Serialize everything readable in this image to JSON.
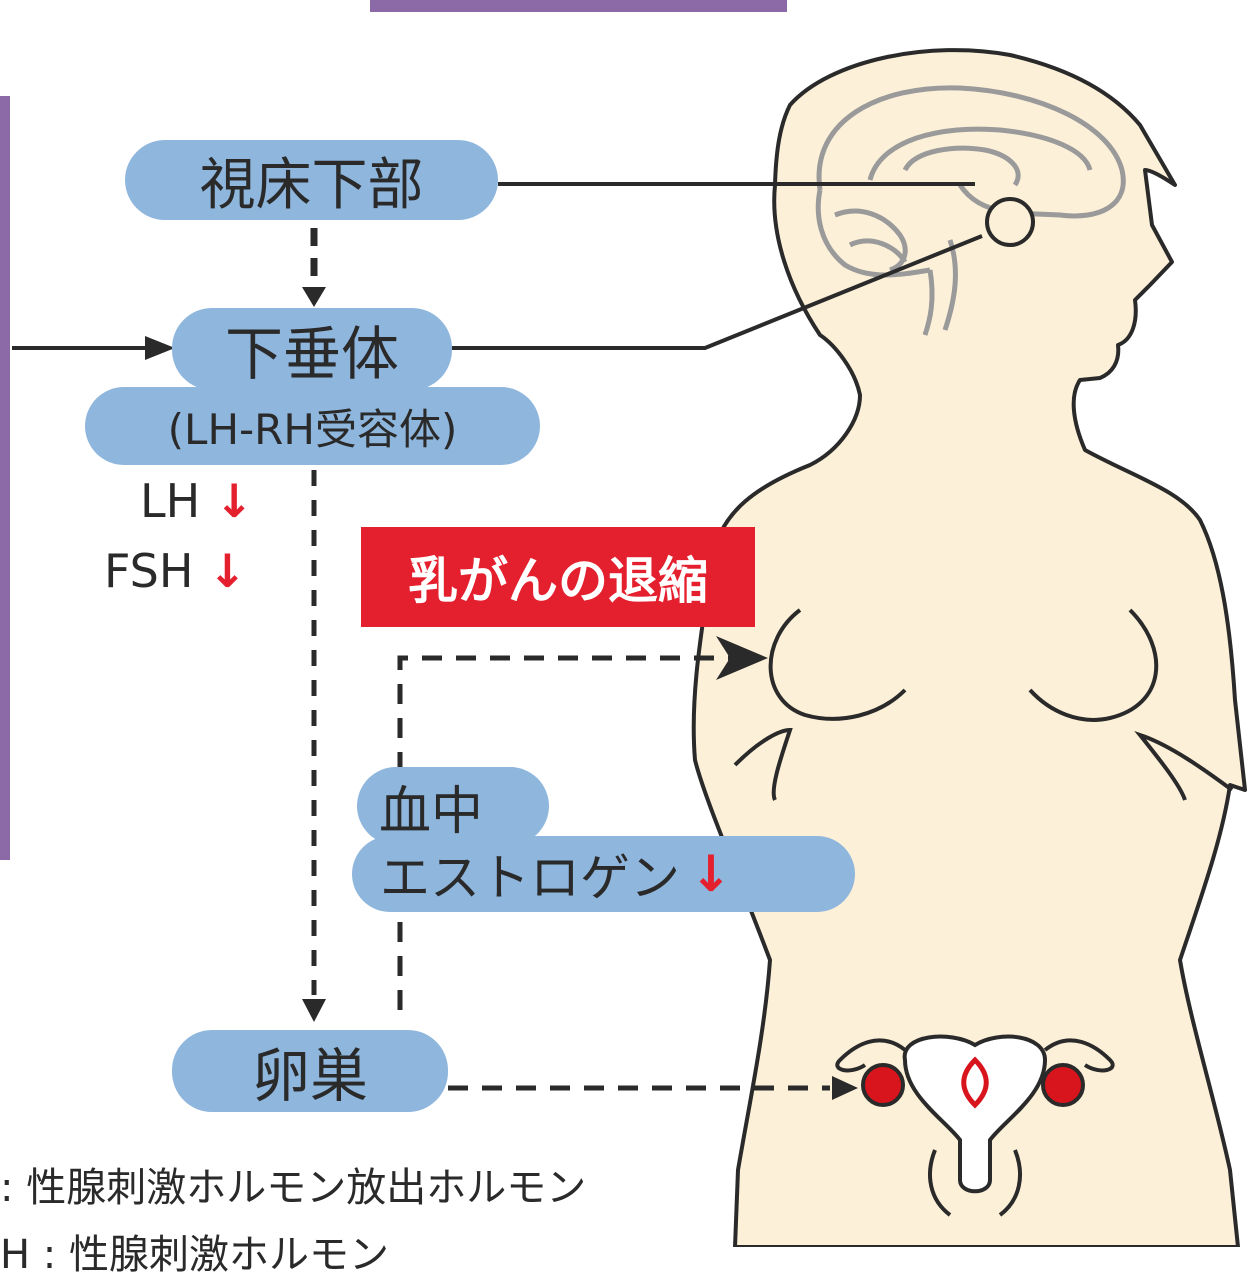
{
  "nodes": {
    "hypothalamus": "視床下部",
    "pituitary": "下垂体",
    "receptor": "(LH-RH受容体)",
    "ovary": "卵巣",
    "blood_line1": "血中",
    "blood_line2": "エストロゲン"
  },
  "hormones": {
    "lh": "LH",
    "fsh": "FSH",
    "down_arrow": "↓"
  },
  "effect": {
    "title": "乳がんの退縮"
  },
  "footnotes": {
    "line1": ": 性腺刺激ホルモン放出ホルモン",
    "line2": "H : 性腺刺激ホルモン"
  },
  "colors": {
    "pill": "#8fb6dd",
    "skin": "#fdf0d8",
    "accent_red": "#e5202e",
    "purple": "#8c6aa8",
    "organ_red": "#d8141c"
  }
}
